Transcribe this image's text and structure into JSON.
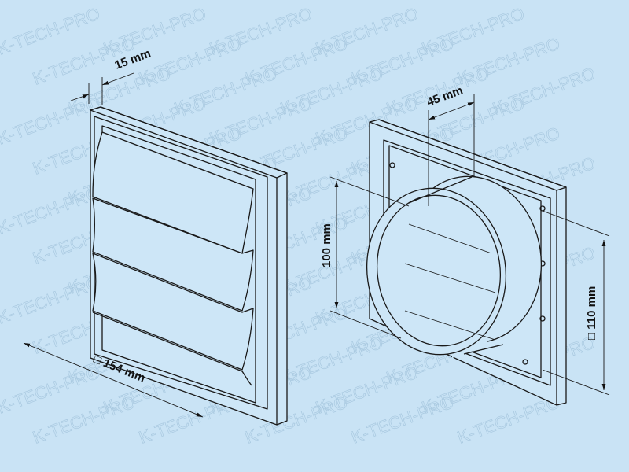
{
  "watermark": "K-TECH-PRO",
  "colors": {
    "background": "#c9e3f5",
    "line": "#1a1a1a",
    "watermark": "#a9c9e0"
  },
  "dimensions": {
    "frame_depth": "15 mm",
    "spigot_length": "45 mm",
    "spigot_diameter": "100 mm",
    "square_symbol": "□",
    "back_size": "110 mm",
    "front_size": "154 mm"
  }
}
